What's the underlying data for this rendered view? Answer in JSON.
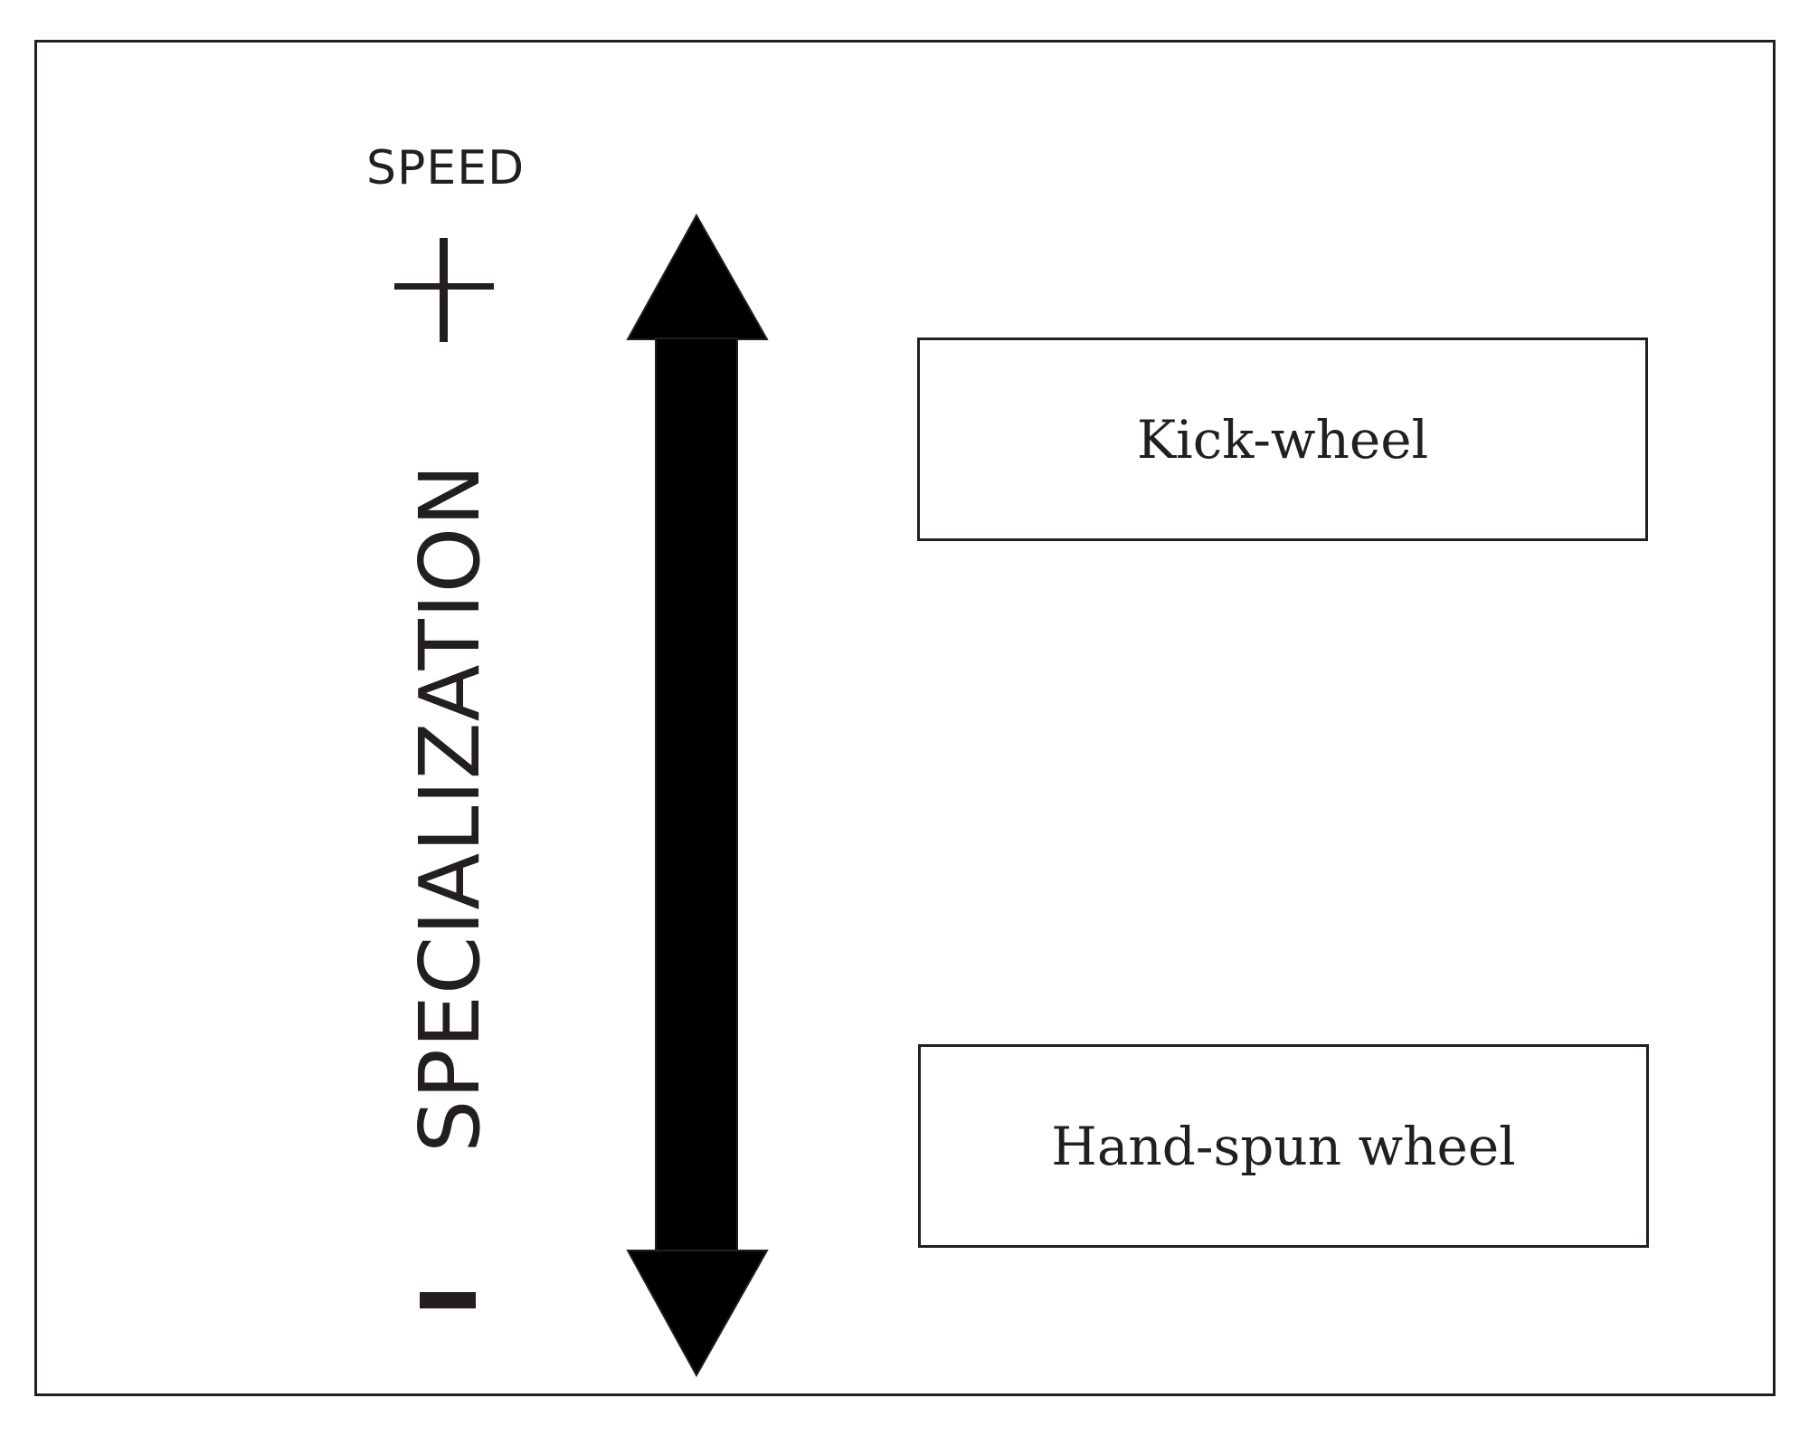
{
  "diagram": {
    "axis": {
      "title": "SPECIALIZATION",
      "top_label": "SPEED",
      "high_marker": "+",
      "low_marker": "-"
    },
    "stages": [
      {
        "label": "Kick-wheel",
        "level": "high"
      },
      {
        "label": "Hand-spun wheel",
        "level": "low"
      }
    ],
    "colors": {
      "ink": "#231f20",
      "arrow_fill": "#000000",
      "background": "#ffffff"
    }
  }
}
